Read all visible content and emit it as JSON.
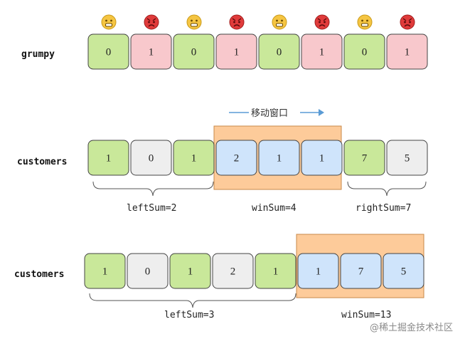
{
  "colors": {
    "green": "#c9e89a",
    "red": "#f8c8cc",
    "gray": "#eeeeee",
    "blue": "#cfe4fb",
    "window": "#fdcb9a",
    "window_border": "#c8884a",
    "arrow": "#5a9bd5",
    "stroke": "#444444"
  },
  "row1": {
    "label": "grumpy",
    "moods": [
      "happy-icon",
      "angry-icon",
      "happy-icon",
      "angry-icon",
      "happy-icon",
      "angry-icon",
      "happy-icon",
      "angry-icon"
    ],
    "cells": [
      {
        "value": "0",
        "color": "green"
      },
      {
        "value": "1",
        "color": "red"
      },
      {
        "value": "0",
        "color": "green"
      },
      {
        "value": "1",
        "color": "red"
      },
      {
        "value": "0",
        "color": "green"
      },
      {
        "value": "1",
        "color": "red"
      },
      {
        "value": "0",
        "color": "green"
      },
      {
        "value": "1",
        "color": "red"
      }
    ]
  },
  "row2": {
    "label": "customers",
    "window_caption": "移动窗口",
    "cells": [
      {
        "value": "1",
        "color": "green"
      },
      {
        "value": "0",
        "color": "gray"
      },
      {
        "value": "1",
        "color": "green"
      },
      {
        "value": "2",
        "color": "blue"
      },
      {
        "value": "1",
        "color": "blue"
      },
      {
        "value": "1",
        "color": "blue"
      },
      {
        "value": "7",
        "color": "green"
      },
      {
        "value": "5",
        "color": "gray"
      }
    ],
    "left_sum": "leftSum=2",
    "win_sum": "winSum=4",
    "right_sum": "rightSum=7"
  },
  "row3": {
    "label": "customers",
    "cells": [
      {
        "value": "1",
        "color": "green"
      },
      {
        "value": "0",
        "color": "gray"
      },
      {
        "value": "1",
        "color": "green"
      },
      {
        "value": "2",
        "color": "gray"
      },
      {
        "value": "1",
        "color": "green"
      },
      {
        "value": "1",
        "color": "blue"
      },
      {
        "value": "7",
        "color": "blue"
      },
      {
        "value": "5",
        "color": "blue"
      }
    ],
    "left_sum": "leftSum=3",
    "win_sum": "winSum=13"
  },
  "watermark": "@稀土掘金技术社区"
}
